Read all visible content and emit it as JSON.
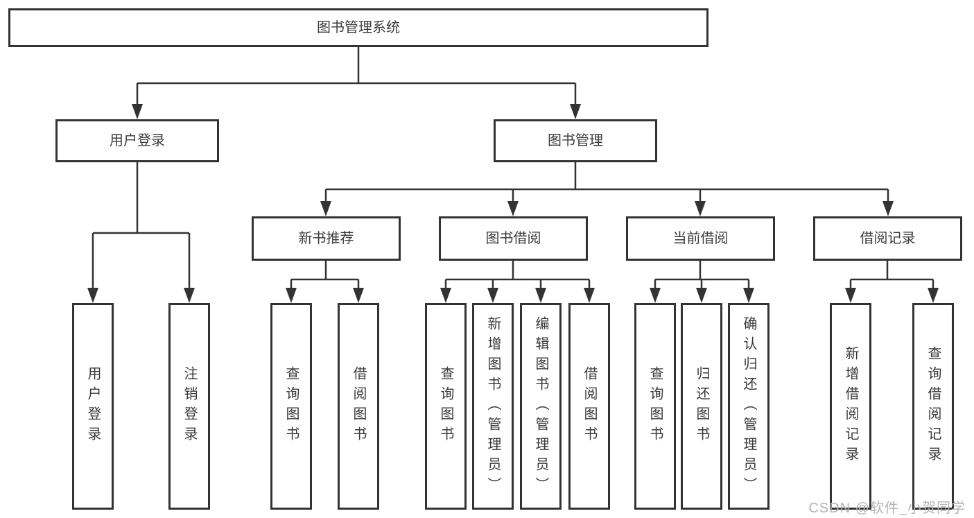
{
  "diagram": {
    "root": {
      "label": "图书管理系统"
    },
    "branches": [
      {
        "label": "用户登录",
        "children": [
          {
            "label": "用户登录"
          },
          {
            "label": "注销登录"
          }
        ]
      },
      {
        "label": "图书管理",
        "children": [
          {
            "label": "新书推荐",
            "children": [
              {
                "label": "查询图书"
              },
              {
                "label": "借阅图书"
              }
            ]
          },
          {
            "label": "图书借阅",
            "children": [
              {
                "label": "查询图书"
              },
              {
                "label": "新增图书（管理员）"
              },
              {
                "label": "编辑图书（管理员）"
              },
              {
                "label": "借阅图书"
              }
            ]
          },
          {
            "label": "当前借阅",
            "children": [
              {
                "label": "查询图书"
              },
              {
                "label": "归还图书"
              },
              {
                "label": "确认归还（管理员）"
              }
            ]
          },
          {
            "label": "借阅记录",
            "children": [
              {
                "label": "新增借阅记录"
              },
              {
                "label": "查询借阅记录"
              }
            ]
          }
        ]
      }
    ],
    "watermark": "CSDN @软件_小贺同学",
    "colors": {
      "line": "#333333",
      "text": "#3a3a3a",
      "watermark": "#b3b3b3",
      "background": "#ffffff"
    }
  }
}
